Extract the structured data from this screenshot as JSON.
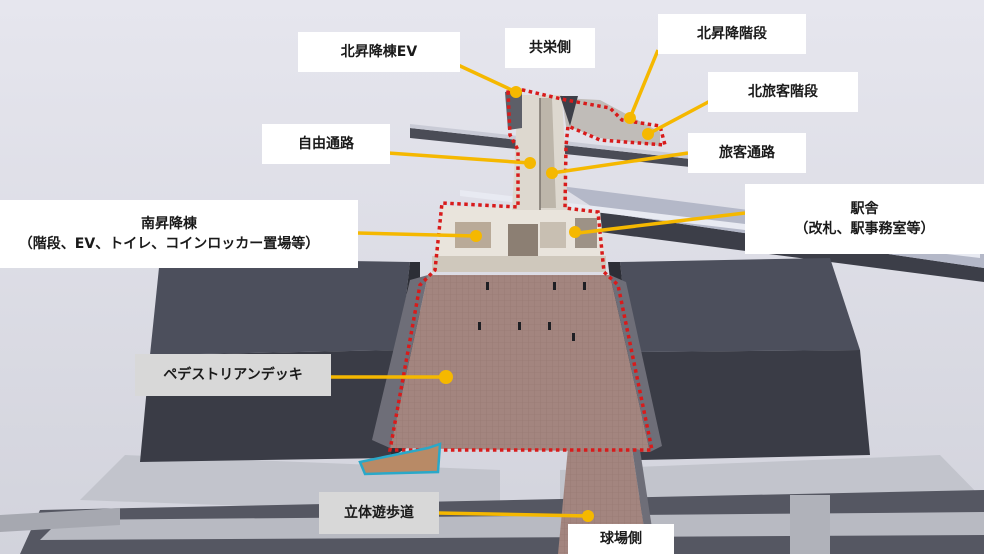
{
  "labels": {
    "kita_shoko_ev": "北昇降棟EV",
    "kyoei_side": "共栄側",
    "kita_shoko_kaidan": "北昇降階段",
    "kita_ryokyaku_kaidan": "北旅客階段",
    "jiyu_tsuro": "自由通路",
    "ryokyaku_tsuro": "旅客通路",
    "minami_shoko_title": "南昇降棟",
    "minami_shoko_detail": "（階段、EV、トイレ、コインロッカー置場等）",
    "ekisha_title": "駅舎",
    "ekisha_detail": "（改札、駅事務室等）",
    "pedestrian_deck": "ペデストリアンデッキ",
    "rittai_yuhodo": "立体遊歩道",
    "kyujo_side": "球場側"
  },
  "colors": {
    "callout": "#f5b800",
    "outline": "#d81b1b",
    "walkway_outline": "#2aa8c8",
    "deck_fill": "#a0827c"
  }
}
